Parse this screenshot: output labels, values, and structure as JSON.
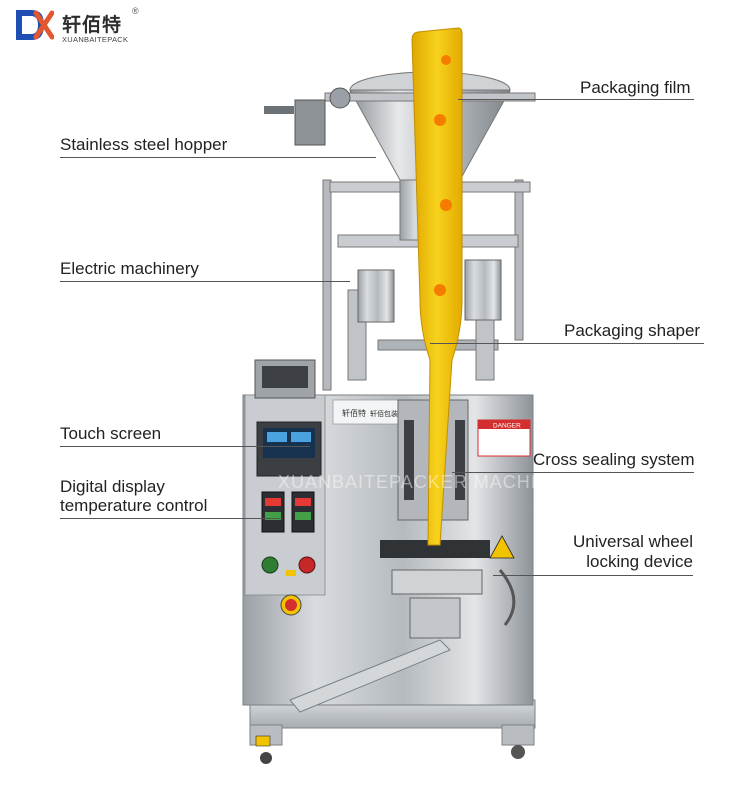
{
  "brand": {
    "name_cn": "轩佰特",
    "name_en": "XUANBAITEPACK",
    "registered_mark": "®",
    "colors": {
      "accent": "#1f4fb3",
      "film": "#f2c10f"
    }
  },
  "callouts": [
    {
      "id": "packaging-film",
      "text": "Packaging film"
    },
    {
      "id": "hopper",
      "text": "Stainless steel hopper"
    },
    {
      "id": "electric",
      "text": "Electric machinery"
    },
    {
      "id": "shaper",
      "text": "Packaging shaper"
    },
    {
      "id": "touch",
      "text": "Touch screen"
    },
    {
      "id": "cross-seal",
      "text": "Cross sealing system"
    },
    {
      "id": "digital-line1",
      "text": "Digital display"
    },
    {
      "id": "digital-line2",
      "text": "temperature control"
    },
    {
      "id": "wheel-line1",
      "text": "Universal wheel"
    },
    {
      "id": "wheel-line2",
      "text": "locking device"
    }
  ],
  "machine_text": {
    "panel_brand": "轩佰特",
    "panel_title": "轩佰包装机械",
    "warning": "DANGER",
    "watermark": "XUANBAITEPACKER MACHINERY"
  }
}
